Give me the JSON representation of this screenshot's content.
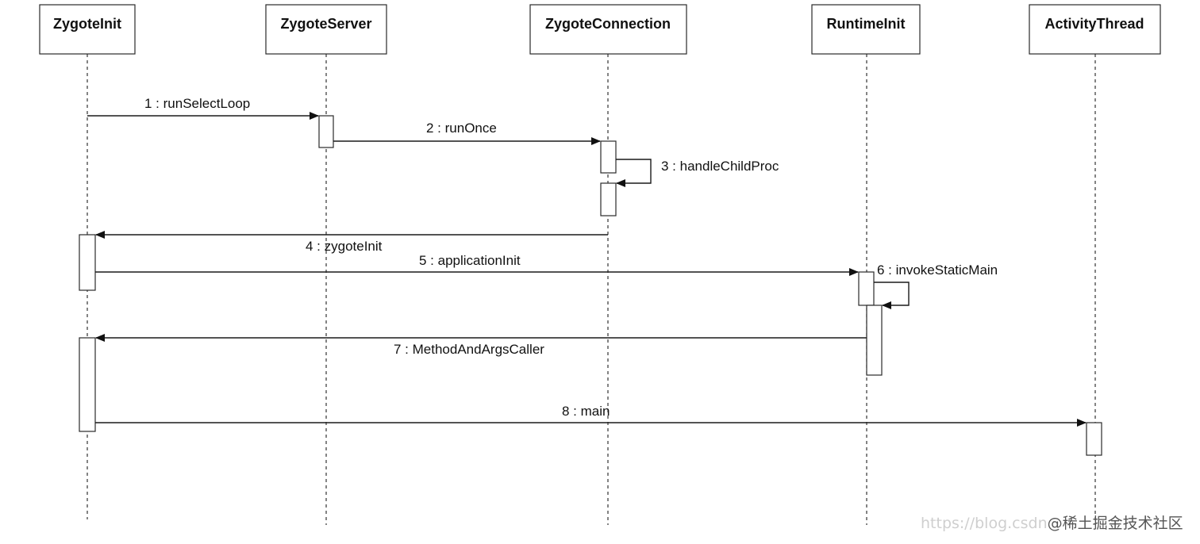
{
  "diagram": {
    "participants": [
      {
        "id": "zygote-init",
        "label": "ZygoteInit"
      },
      {
        "id": "zygote-server",
        "label": "ZygoteServer"
      },
      {
        "id": "zygote-connection",
        "label": "ZygoteConnection"
      },
      {
        "id": "runtime-init",
        "label": "RuntimeInit"
      },
      {
        "id": "activity-thread",
        "label": "ActivityThread"
      }
    ],
    "messages": [
      {
        "from": "zygote-init",
        "to": "zygote-server",
        "label": "1 : runSelectLoop"
      },
      {
        "from": "zygote-server",
        "to": "zygote-connection",
        "label": "2 : runOnce"
      },
      {
        "from": "zygote-connection",
        "to": "zygote-connection",
        "label": "3 : handleChildProc"
      },
      {
        "from": "zygote-connection",
        "to": "zygote-init",
        "label": "4 : zygoteInit"
      },
      {
        "from": "zygote-init",
        "to": "runtime-init",
        "label": "5 : applicationInit"
      },
      {
        "from": "runtime-init",
        "to": "runtime-init",
        "label": "6 : invokeStaticMain"
      },
      {
        "from": "runtime-init",
        "to": "zygote-init",
        "label": "7 : MethodAndArgsCaller"
      },
      {
        "from": "zygote-init",
        "to": "activity-thread",
        "label": "8 : main"
      }
    ]
  },
  "watermark": {
    "url": "https://blog.csdn",
    "badge": "@稀土掘金技术社区"
  }
}
